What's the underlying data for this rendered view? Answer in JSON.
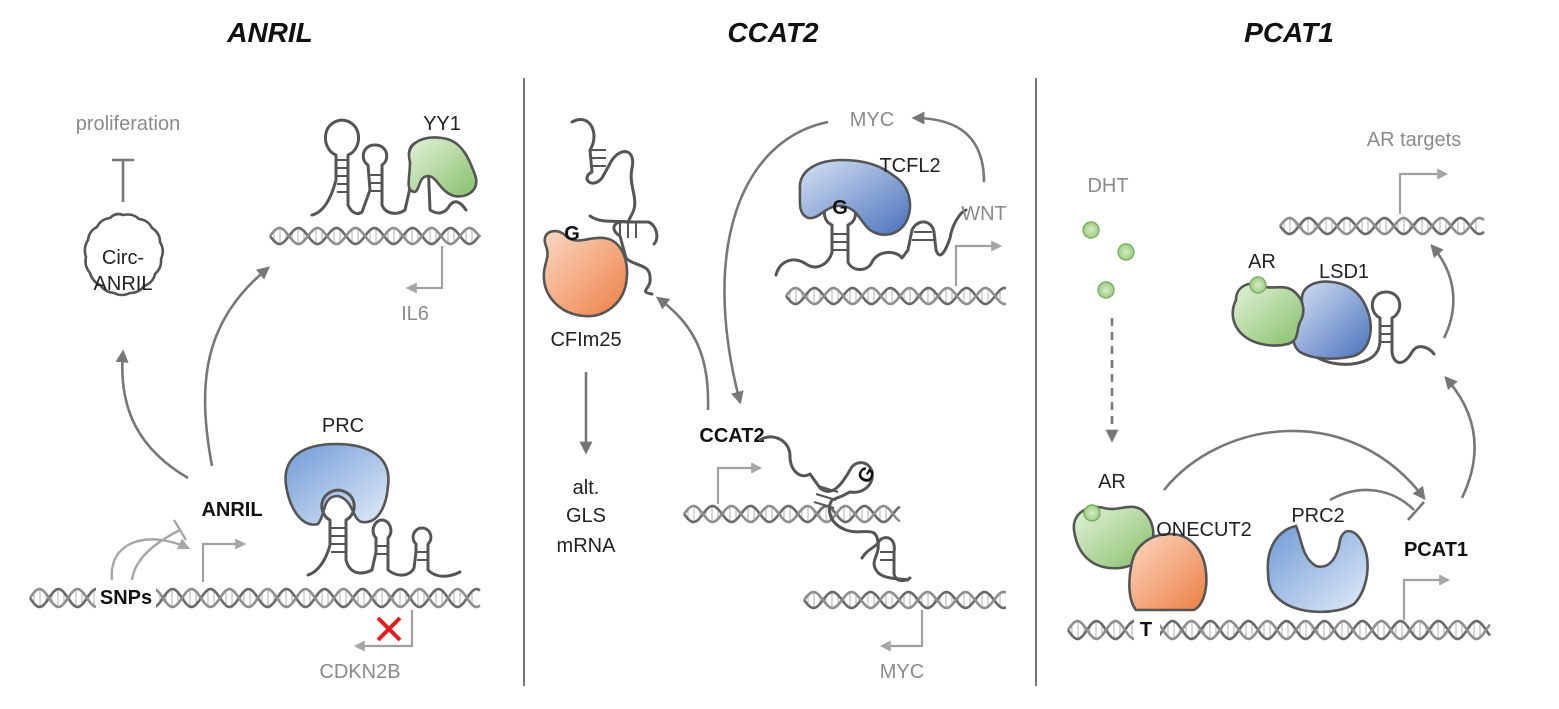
{
  "panels": [
    {
      "title": "ANRIL"
    },
    {
      "title": "CCAT2"
    },
    {
      "title": "PCAT1"
    }
  ],
  "anril": {
    "proliferation": "proliferation",
    "circ_line1": "Circ-",
    "circ_line2": "ANRIL",
    "yy1": "YY1",
    "il6": "IL6",
    "prc": "PRC",
    "anril": "ANRIL",
    "snps": "SNPs",
    "cdkn2b": "CDKN2B"
  },
  "ccat2": {
    "g1": "G",
    "cfim25": "CFIm25",
    "alt_line1": "alt.",
    "alt_line2": "GLS",
    "alt_line3": "mRNA",
    "myc_top": "MYC",
    "tcfl2": "TCFL2",
    "g2": "G",
    "wnt": "WNT",
    "ccat2": "CCAT2",
    "g3": "G",
    "myc_bottom": "MYC"
  },
  "pcat1": {
    "ar_targets": "AR targets",
    "dht": "DHT",
    "ar_top": "AR",
    "lsd1": "LSD1",
    "ar_bottom": "AR",
    "onecut2": "ONECUT2",
    "prc2": "PRC2",
    "pcat1": "PCAT1",
    "t": "T"
  },
  "colors": {
    "green": "#9ccc84",
    "blue": "#7fa8dc",
    "dark_blue": "#5b80c2",
    "orange": "#f0905a",
    "red_x": "#e02020"
  }
}
